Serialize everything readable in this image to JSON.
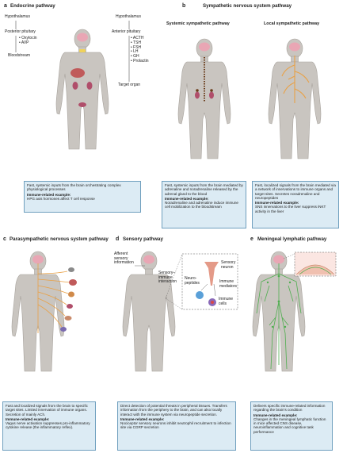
{
  "panel_a": {
    "letter": "a",
    "title": "Endocrine pathway",
    "hypothalamus_left": "Hypothalamus",
    "posterior_pituitary": "Posterior pituitary",
    "posterior_hormones": [
      "• Oxytocin",
      "• AVP"
    ],
    "bloodstream": "Bloodstream",
    "hypothalamus_right": "Hypothalamus",
    "anterior_pituitary": "Anterior pituitary",
    "anterior_hormones": [
      "• ACTH",
      "• TSH",
      "• FSH",
      "• LH",
      "• GH",
      "• Prolactin"
    ],
    "target_organ": "Target organ",
    "box_text": "Fast, systemic inputs from the brain orchestrating complex physiological processes",
    "box_example_label": "Immune-related example:",
    "box_example": "HPG axis hormones affect T cell response"
  },
  "panel_b": {
    "letter": "b",
    "title": "Sympathetic nervous system pathway",
    "sub_systemic": "Systemic sympathetic pathway",
    "sub_local": "Local sympathetic pathway",
    "box_systemic_text": "Fast, systemic inputs from the brain mediated by adrenaline and noradrenaline released by the adrenal gland to the blood",
    "box_systemic_example_label": "Immune-related example:",
    "box_systemic_example": "Noradrenaline and adrenaline induce immune cell mobilization to the bloodstream",
    "box_local_text": "Fast, localized signals from the brain mediated via a network of innervations to immune organs and target sites. Secretes noradrenaline and neuropeptides",
    "box_local_example_label": "Immune-related example:",
    "box_local_example": "SNS innervations to the liver suppress iNKT activity in the liver"
  },
  "panel_c": {
    "letter": "c",
    "title": "Parasympathetic nervous system pathway",
    "box_text": "Fast and localized signals from the brain to specific target sites. Limited innervation of immune organs. Secretion of mainly ACh.",
    "box_example_label": "Immune-related example:",
    "box_example": "Vagus nerve activation suppresses pro-inflammatory cytokine release (the inflammatory reflex)."
  },
  "panel_d": {
    "letter": "d",
    "title": "Sensory pathway",
    "afferent": [
      "Afferent",
      "sensory",
      "information"
    ],
    "sensory_immune": [
      "Sensory–",
      "immune",
      "interaction"
    ],
    "sensory_neuron": [
      "Sensory",
      "neuron"
    ],
    "neuropeptides": [
      "Neuro-",
      "peptides"
    ],
    "immune_mediators": [
      "Immune",
      "mediators"
    ],
    "immune_cells": [
      "Immune",
      "cells"
    ],
    "box_text": "Direct detection of potential threats in peripheral tissues. Transfers information from the periphery to the brain, and can also locally interact with the immune system via neuropeptide secretion.",
    "box_example_label": "Immune-related example:",
    "box_example": "Nociceptor sensory neurons inhibit neutrophil recruitment to infection site via CGRP secretion"
  },
  "panel_e": {
    "letter": "e",
    "title": "Meningeal lymphatic pathway",
    "box_text": "Delivers specific immune-related information regarding the brain's condition",
    "box_example_label": "Immune-related example:",
    "box_example": "Changes in the meningeal lymphatic function in mice affected CNS disease, neuroinflammation and cognitive task performance"
  },
  "colors": {
    "body": "#c9c5c0",
    "body_outline": "#a7a29c",
    "brain": "#e9a6b4",
    "box_fill": "#dcebf4",
    "box_border": "#6f9fbe",
    "sympathetic": "#e9a146",
    "adrenal": "#6b3d1c",
    "lymphatic": "#4fae4f",
    "organ": "#c05a5a"
  }
}
